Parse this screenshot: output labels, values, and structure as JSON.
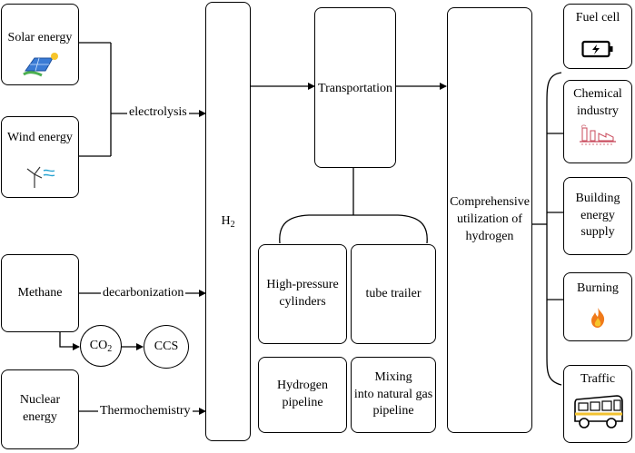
{
  "sources": {
    "solar": "Solar energy",
    "wind": "Wind energy",
    "methane": "Methane",
    "nuclear": "Nuclear energy"
  },
  "processes": {
    "electrolysis": "electrolysis",
    "decarbonization": "decarbonization",
    "thermochemistry": "Thermochemistry"
  },
  "byproducts": {
    "co2_main": "CO",
    "co2_sub": "2",
    "ccs": "CCS"
  },
  "h2": {
    "main": "H",
    "sub": "2"
  },
  "transport": {
    "title": "Transportation",
    "modes": [
      {
        "line1": "High-pressure",
        "line2": "cylinders"
      },
      {
        "line1": "tube trailer",
        "line2": ""
      },
      {
        "line1": "Hydrogen",
        "line2": "pipeline"
      },
      {
        "line1": "Mixing",
        "line2": "into natural gas",
        "line3": "pipeline"
      }
    ]
  },
  "utilization": {
    "line1": "Comprehensive",
    "line2": "utilization of",
    "line3": "hydrogen"
  },
  "applications": [
    {
      "line1": "Fuel cell",
      "line2": "",
      "line3": "",
      "icon": "battery-icon"
    },
    {
      "line1": "Chemical",
      "line2": "industry",
      "line3": "",
      "icon": "factory-icon"
    },
    {
      "line1": "Building",
      "line2": "energy",
      "line3": "supply",
      "icon": ""
    },
    {
      "line1": "Burning",
      "line2": "",
      "line3": "",
      "icon": "flame-icon"
    },
    {
      "line1": "Traffic",
      "line2": "",
      "line3": "",
      "icon": "bus-icon"
    }
  ]
}
